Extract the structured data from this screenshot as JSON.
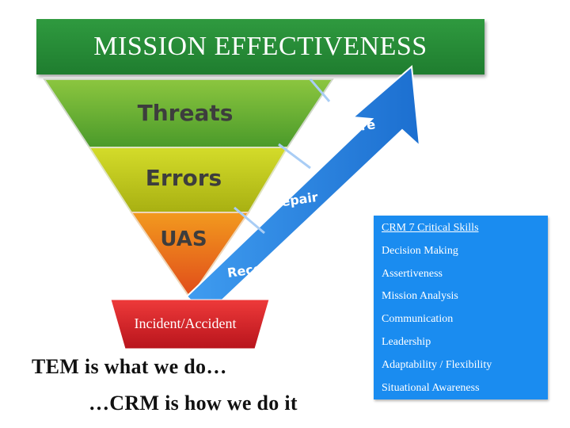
{
  "banner": {
    "title": "MISSION EFFECTIVENESS"
  },
  "funnel": {
    "levels": [
      "Threats",
      "Errors",
      "UAS"
    ],
    "arrow_labels": [
      "Prepare",
      "Repair",
      "Recover"
    ],
    "outcome": "Incident/Accident",
    "colors": {
      "threats": "#5fa82e",
      "errors": "#b8c414",
      "uas": "#e0661a",
      "outcome": "#d81e26",
      "arrow": "#2d86e0"
    }
  },
  "skills": {
    "title": "CRM 7 Critical Skills",
    "items": [
      "Decision Making",
      "Assertiveness",
      "Mission Analysis",
      "Communication",
      "Leadership",
      "Adaptability / Flexibility",
      "Situational Awareness"
    ]
  },
  "tagline": {
    "line1": "TEM is what we do…",
    "line2": "…CRM is how we do it"
  }
}
